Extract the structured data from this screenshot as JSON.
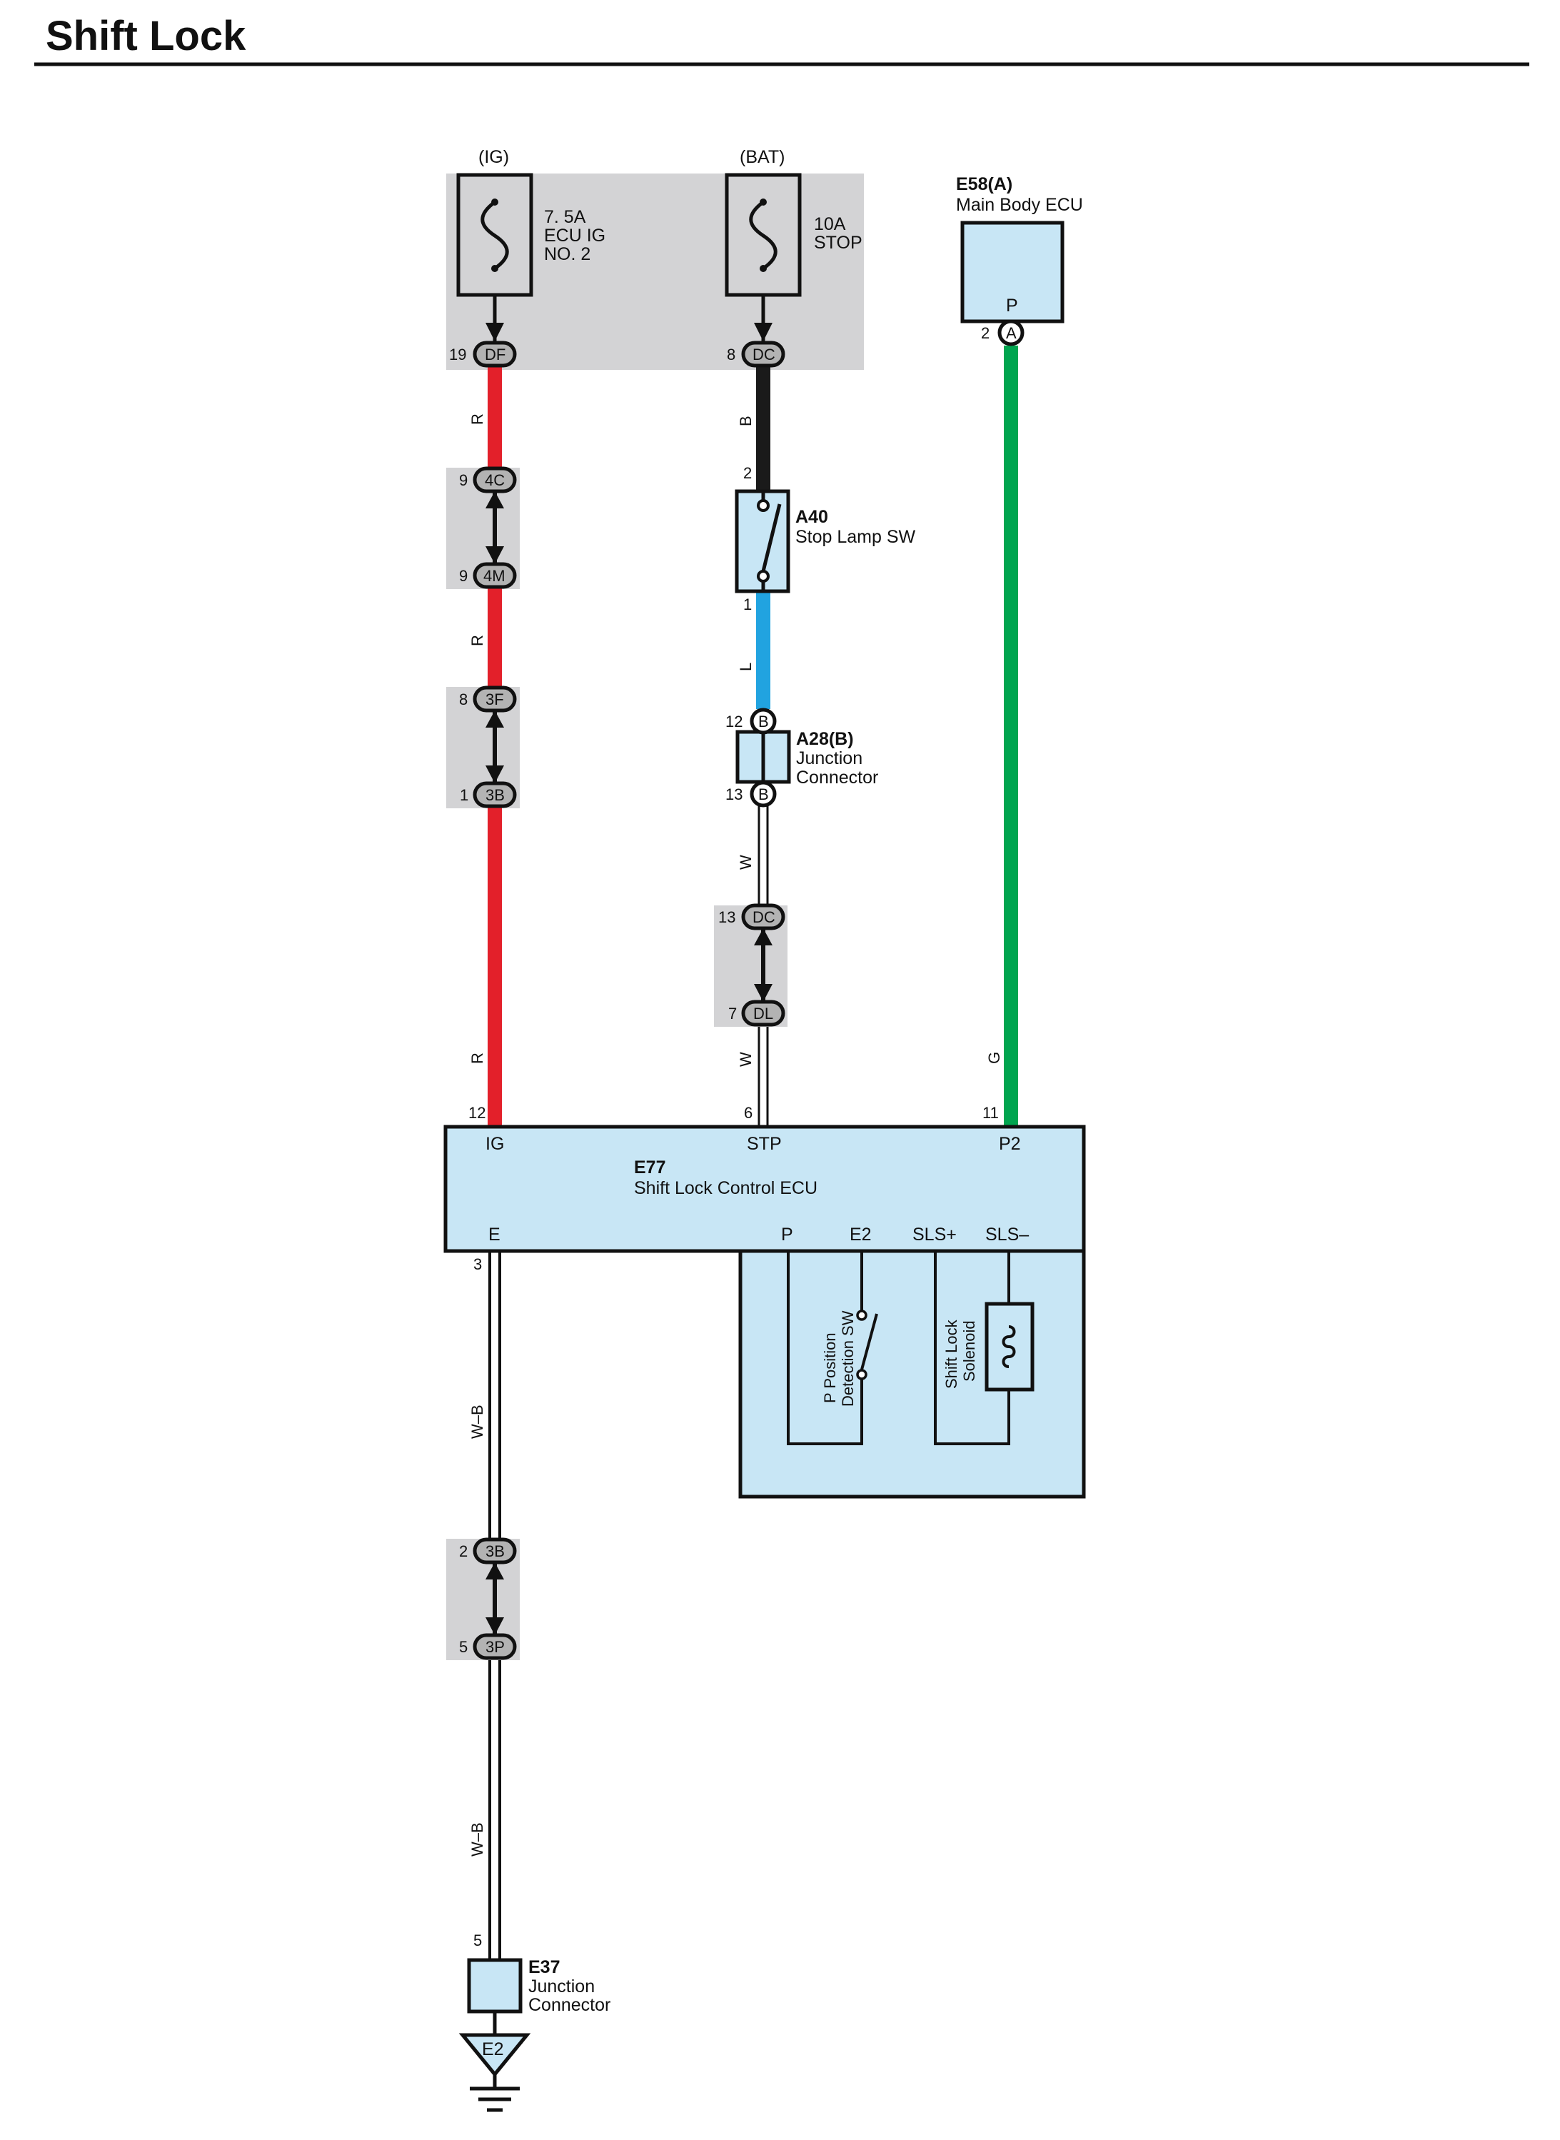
{
  "title": "Shift Lock",
  "sources": {
    "ig": "(IG)",
    "bat": "(BAT)"
  },
  "fuses": {
    "ecu_ig2": {
      "rating": "7. 5A",
      "line2": "ECU IG",
      "line3": "NO. 2"
    },
    "stop": {
      "rating": "10A",
      "line2": "STOP"
    }
  },
  "connectors": {
    "df": {
      "label": "DF",
      "pin": "19"
    },
    "dc_top": {
      "label": "DC",
      "pin": "8"
    },
    "c4c": {
      "label": "4C",
      "pin": "9"
    },
    "c4m": {
      "label": "4M",
      "pin": "9"
    },
    "c3f": {
      "label": "3F",
      "pin": "8"
    },
    "c3b_top": {
      "label": "3B",
      "pin": "1"
    },
    "dc_mid": {
      "label": "DC",
      "pin": "13"
    },
    "dl": {
      "label": "DL",
      "pin": "7"
    },
    "a28_in": {
      "label": "B",
      "pin": "12"
    },
    "a28_out": {
      "label": "B",
      "pin": "13"
    },
    "e58": {
      "label": "A",
      "pin": "2"
    },
    "c3b_bot": {
      "label": "3B",
      "pin": "2"
    },
    "c3p": {
      "label": "3P",
      "pin": "5"
    }
  },
  "wire_colors": {
    "r1": "R",
    "r2": "R",
    "r3": "R",
    "b": "B",
    "l": "L",
    "w1": "W",
    "w2": "W",
    "g": "G",
    "wb1": "W–B",
    "wb2": "W–B"
  },
  "components": {
    "a40": {
      "code": "A40",
      "name": "Stop Lamp SW",
      "pin_in": "2",
      "pin_out": "1"
    },
    "a28": {
      "code": "A28(B)",
      "name1": "Junction",
      "name2": "Connector"
    },
    "e58": {
      "code": "E58(A)",
      "name": "Main Body ECU",
      "term": "P"
    },
    "e77": {
      "code": "E77",
      "name": "Shift Lock Control ECU",
      "term_ig": "IG",
      "term_stp": "STP",
      "term_p2": "P2",
      "pin_ig": "12",
      "pin_stp": "6",
      "pin_p2": "11",
      "term_e": "E",
      "pin_e": "3",
      "term_p": "P",
      "term_e2": "E2",
      "term_slsp": "SLS+",
      "term_slsm": "SLS–",
      "sw_label1": "P Position",
      "sw_label2": "Detection SW",
      "sol_label1": "Shift Lock",
      "sol_label2": "Solenoid"
    },
    "e37": {
      "code": "E37",
      "name1": "Junction",
      "name2": "Connector",
      "pin": "5"
    },
    "ground": {
      "label": "E2"
    }
  },
  "colors": {
    "red": "#e3202a",
    "black": "#1a1a1a",
    "blue": "#21a3e0",
    "green": "#00a54f",
    "component_fill": "#c8e6f5",
    "relay_box": "#d3d3d5",
    "connector_fill": "#b3b3b3"
  }
}
